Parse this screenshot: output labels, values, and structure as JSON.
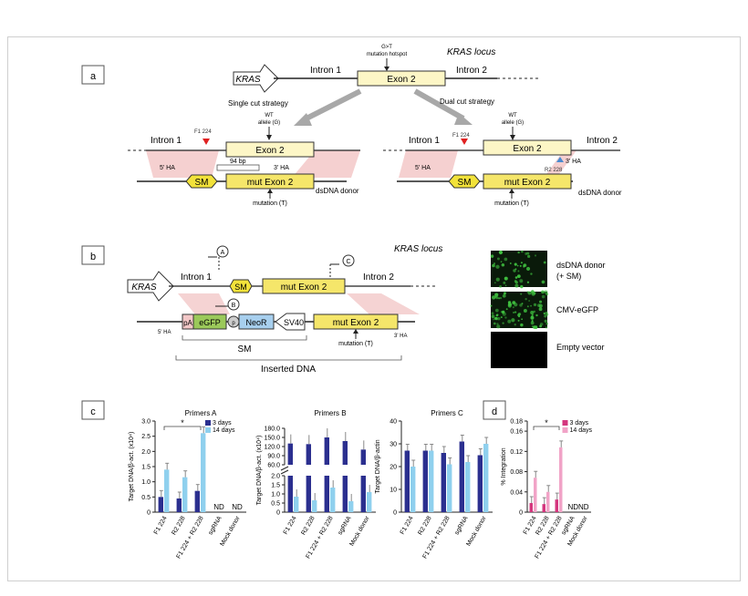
{
  "panels": {
    "a": {
      "label": "a",
      "locus": "KRAS locus",
      "gene": "KRAS",
      "intron1": "Intron 1",
      "intron2": "Intron 2",
      "exon2": "Exon 2",
      "hotspot_line1": "G>T",
      "hotspot_line2": "mutation hotspot",
      "single_cut": "Single cut strategy",
      "dual_cut": "Dual cut strategy",
      "wt_line1": "WT",
      "wt_line2": "allele (G)",
      "f1": "F1 224",
      "r2": "R2 228",
      "ha5": "5' HA",
      "ha3": "3' HA",
      "bp": "94 bp",
      "sm": "SM",
      "mut_exon2": "mut Exon 2",
      "donor": "dsDNA donor",
      "mutation": "mutation (T)"
    },
    "b": {
      "label": "b",
      "locus": "KRAS locus",
      "gene": "KRAS",
      "intron1": "Intron 1",
      "intron2": "Intron 2",
      "sm": "SM",
      "mut_exon2": "mut Exon 2",
      "marker_a": "A",
      "marker_b": "B",
      "marker_c": "C",
      "pa": "pA",
      "egfp": "eGFP",
      "p": "p",
      "neor": "NeoR",
      "sv40": "SV40",
      "ha5": "5' HA",
      "ha3": "3' HA",
      "mutation": "mutation (T)",
      "sm_bracket": "SM",
      "inserted": "Inserted DNA",
      "micro_labels": [
        "dsDNA donor",
        "(+ SM)",
        "CMV-eGFP",
        "Empty vector"
      ]
    },
    "c": {
      "label": "c"
    },
    "d": {
      "label": "d"
    }
  },
  "chart_data": [
    {
      "type": "bar",
      "title": "Primers A",
      "ylabel": "Target DNA/β-act. (x10⁴)",
      "categories": [
        "F1 224",
        "R2 228",
        "F1 224 + R2 228",
        "sgRNA",
        "Mock donor"
      ],
      "series": [
        {
          "name": "3 days",
          "values": [
            0.5,
            0.45,
            0.7,
            null,
            null
          ]
        },
        {
          "name": "14 days",
          "values": [
            1.4,
            1.15,
            2.6,
            null,
            null
          ]
        }
      ],
      "ylim": [
        0,
        3.0
      ],
      "yticks": [
        "0",
        "0.5",
        "1.0",
        "1.5",
        "2.0",
        "2.5",
        "3.0"
      ],
      "annotations": [
        "*",
        "ND",
        "ND"
      ]
    },
    {
      "type": "bar",
      "title": "Primers B",
      "ylabel": "Target DNA/β-act. (x10⁴)",
      "categories": [
        "F1 224",
        "R2 228",
        "F1 224 + R2 228",
        "sgRNA",
        "Mock donor"
      ],
      "series": [
        {
          "name": "3 days",
          "values": [
            130,
            128,
            150,
            138,
            110
          ]
        },
        {
          "name": "14 days",
          "values": [
            0.85,
            0.65,
            1.35,
            0.6,
            1.1
          ]
        }
      ],
      "ytick_upper": [
        "60.0",
        "90.0",
        "120.0",
        "150.0",
        "180.0"
      ],
      "ytick_lower": [
        "0",
        "0.5",
        "1.0",
        "1.5",
        "2.0"
      ]
    },
    {
      "type": "bar",
      "title": "Primers C",
      "ylabel": "Target DNA/β-actin",
      "categories": [
        "F1 224",
        "R2 228",
        "F1 224 + R2 228",
        "sgRNA",
        "Mock donor"
      ],
      "series": [
        {
          "name": "3 days",
          "values": [
            27,
            27,
            26,
            31,
            25
          ]
        },
        {
          "name": "14 days",
          "values": [
            20,
            27,
            21,
            22,
            30
          ]
        }
      ],
      "ylim": [
        0,
        40
      ],
      "yticks": [
        "0",
        "10",
        "20",
        "30",
        "40"
      ]
    },
    {
      "type": "bar",
      "ylabel": "% Integration",
      "categories": [
        "F1 224",
        "R2 228",
        "F1 224 + R2 228",
        "sgRNA",
        "Mock donor"
      ],
      "series": [
        {
          "name": "3 days",
          "values": [
            0.018,
            0.016,
            0.025,
            null,
            null
          ]
        },
        {
          "name": "14 days",
          "values": [
            0.068,
            0.04,
            0.128,
            null,
            null
          ]
        }
      ],
      "ylim": [
        0,
        0.18
      ],
      "yticks": [
        "0",
        "0.04",
        "0.08",
        "0.12",
        "0.16",
        "0.18"
      ],
      "annotations": [
        "*",
        "NDND"
      ]
    }
  ],
  "colors": {
    "exon": "#fdf6c6",
    "mut_exon": "#f5e66a",
    "sm": "#f2e23a",
    "ha": "#f3c8c8",
    "dark_blue": "#2b2f8f",
    "light_blue": "#8fd0ee",
    "dark_pink": "#d4367e",
    "light_pink": "#f1a3c7",
    "egfp": "#9bc95a",
    "neor": "#a7cfee"
  }
}
